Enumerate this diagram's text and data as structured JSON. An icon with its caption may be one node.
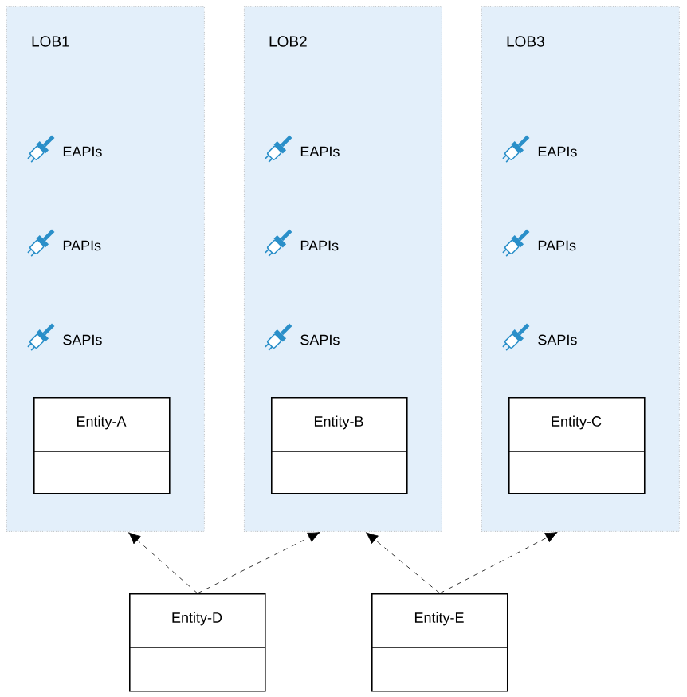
{
  "diagram": {
    "nodes": [
      {
        "text": [
          "LOB1"
        ]
      },
      {
        "text": [
          "EAPIs"
        ],
        "in": 0
      },
      {
        "text": [
          "PAPIs"
        ],
        "in": 0
      },
      {
        "text": [
          "SAPIs"
        ],
        "in": 0
      },
      {
        "text": [
          "Entity-A"
        ],
        "in": 0
      },
      {
        "text": [
          "LOB2"
        ]
      },
      {
        "text": [
          "EAPIs"
        ],
        "in": 5
      },
      {
        "text": [
          "PAPIs"
        ],
        "in": 5
      },
      {
        "text": [
          "SAPIs"
        ],
        "in": 5
      },
      {
        "text": [
          "Entity-B"
        ],
        "in": 5
      },
      {
        "text": [
          "LOB3"
        ]
      },
      {
        "text": [
          "EAPIs"
        ],
        "in": 10
      },
      {
        "text": [
          "PAPIs"
        ],
        "in": 10
      },
      {
        "text": [
          "SAPIs"
        ],
        "in": 10
      },
      {
        "text": [
          "Entity-C"
        ],
        "in": 10
      },
      {
        "text": [
          "Entity-D"
        ]
      },
      {
        "text": [
          "Entity-E"
        ]
      }
    ],
    "edges": [
      {
        "from": 15,
        "to": 0,
        "arrow": "to",
        "style": "dashed"
      },
      {
        "from": 15,
        "to": 5,
        "arrow": "to",
        "style": "dashed"
      },
      {
        "from": 16,
        "to": 5,
        "arrow": "to",
        "style": "dashed"
      },
      {
        "from": 16,
        "to": 10,
        "arrow": "to",
        "style": "dashed"
      }
    ]
  }
}
